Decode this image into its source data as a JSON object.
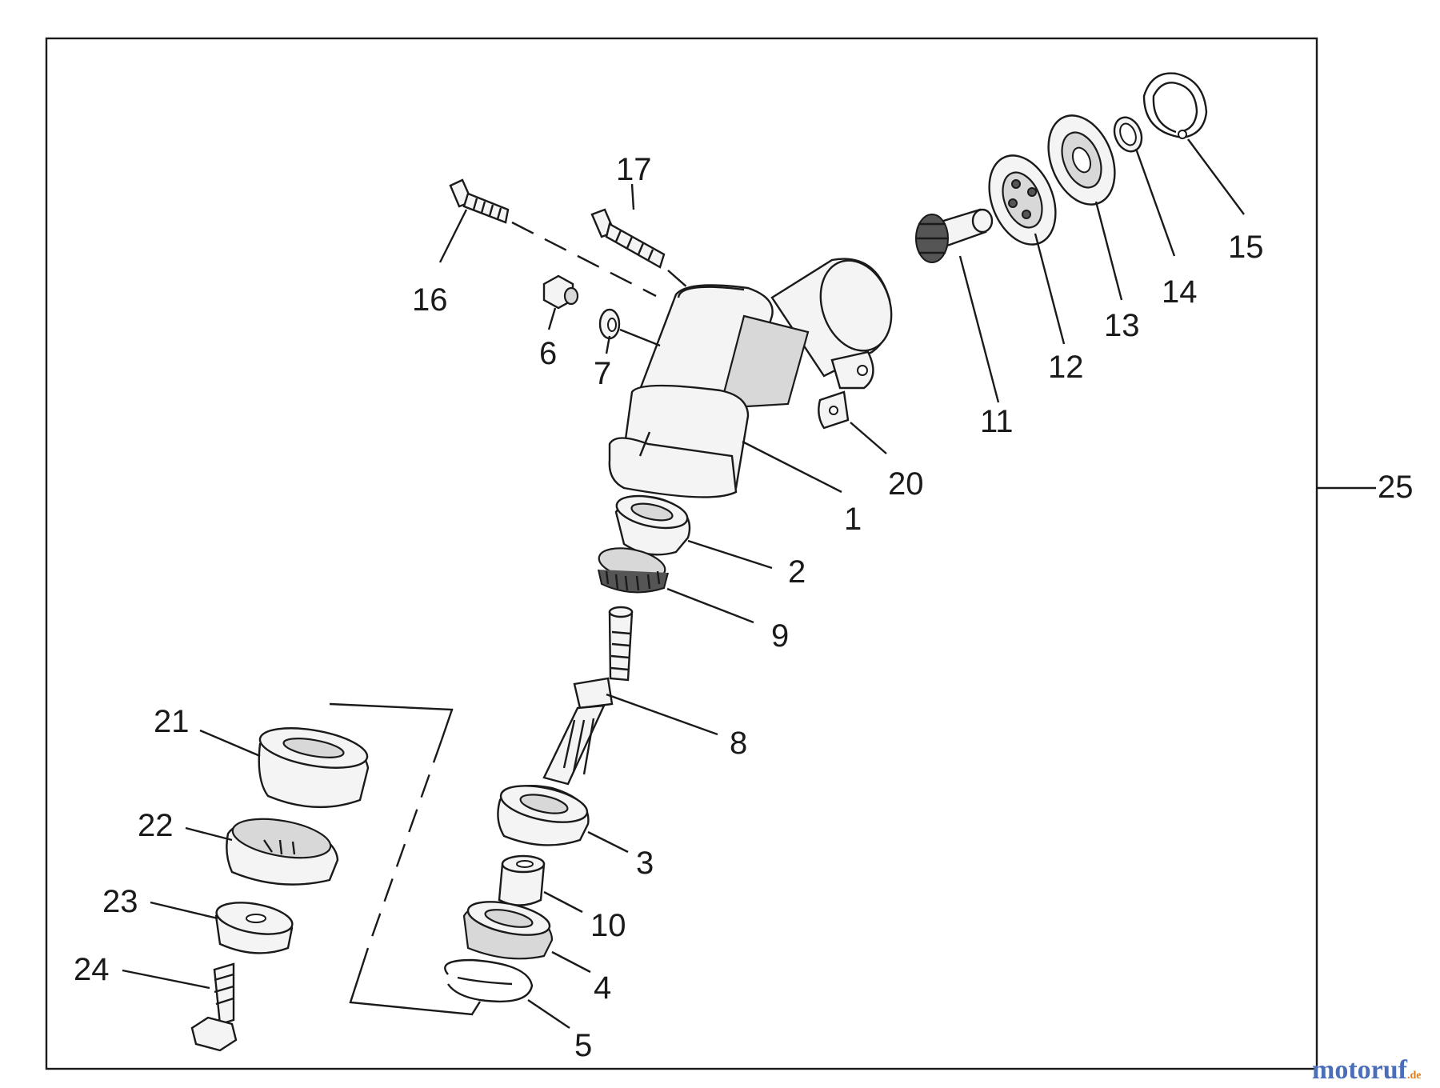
{
  "diagram": {
    "part_numbers": [
      "1",
      "2",
      "3",
      "4",
      "5",
      "6",
      "7",
      "8",
      "9",
      "10",
      "11",
      "12",
      "13",
      "14",
      "15",
      "16",
      "17",
      "20",
      "21",
      "22",
      "23",
      "24",
      "25"
    ],
    "watermark": {
      "brand": "motoruf",
      "suffix": ".de",
      "brand_color": "#4a6fb8",
      "accent_color": "#e07a1a"
    }
  }
}
